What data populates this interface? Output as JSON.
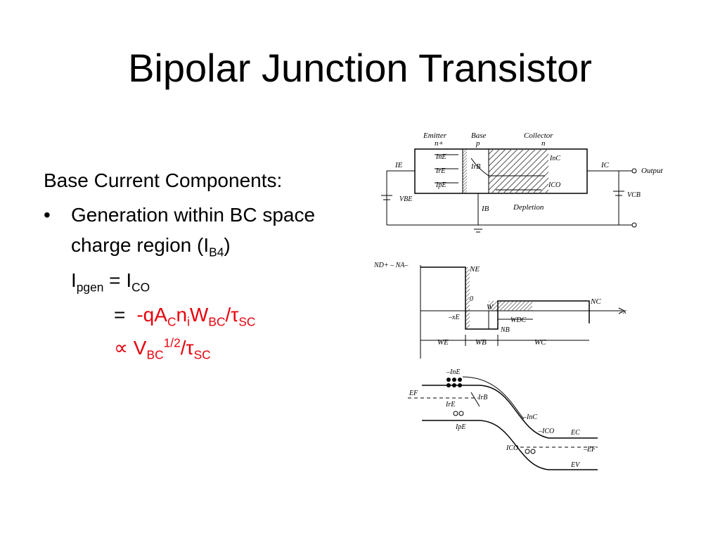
{
  "slide": {
    "title": "Bipolar Junction Transistor"
  },
  "body": {
    "heading": "Base Current Components:",
    "bullet": {
      "marker": "•",
      "line1": "Generation within BC space",
      "line2_pre": "charge region (I",
      "line2_sub": "B4",
      "line2_post": ")"
    },
    "eq1": {
      "lhs": "I",
      "lhs_sub": "pgen",
      "eq": " = I",
      "rhs_sub": "CO"
    },
    "eq2": {
      "eq": "=",
      "a": "-qA",
      "a_sub": "C",
      "b": "n",
      "b_sub": "i",
      "c": "W",
      "c_sub": "BC",
      "d": "/τ",
      "d_sub": "SC"
    },
    "eq3": {
      "prop": "∝",
      "a": " V",
      "a_sub": "BC",
      "a_sup": "1/2",
      "b": "/τ",
      "b_sub": "SC"
    }
  },
  "figure_top": {
    "emitter": "Emitter",
    "emitter_type": "n+",
    "base": "Base",
    "base_type": "p",
    "collector": "Collector",
    "collector_type": "n",
    "i_ne": "InE",
    "i_re": "IrE",
    "i_pe": "IpE",
    "i_rb": "IrB",
    "i_nc": "InC",
    "i_co": "ICO",
    "i_e": "IE",
    "i_c": "IC",
    "i_b": "IB",
    "v_be": "VBE",
    "v_cb": "VCB",
    "output1": "Output",
    "depletion": "Depletion"
  },
  "figure_mid": {
    "ylabel": "ND+ – NA–",
    "n_e": "NE",
    "zero": "0",
    "w": "W",
    "n_c": "NC",
    "x": "x",
    "neg_xe": "–xE",
    "w_dc": "WDC",
    "n_b": "NB",
    "w_e": "WE",
    "w_b": "WB",
    "w_c": "WC"
  },
  "figure_bot": {
    "i_ne": "–InE",
    "e_f_left": "EF",
    "i_re": "IrE",
    "i_rb": "IrB",
    "i_pe": "IpE",
    "i_nc": "–InC",
    "i_co_neg": "–ICO",
    "e_c": "EC",
    "i_co": "ICO",
    "e_f_right": "–EF",
    "e_v": "EV"
  },
  "colors": {
    "accent": "#e8000b"
  }
}
